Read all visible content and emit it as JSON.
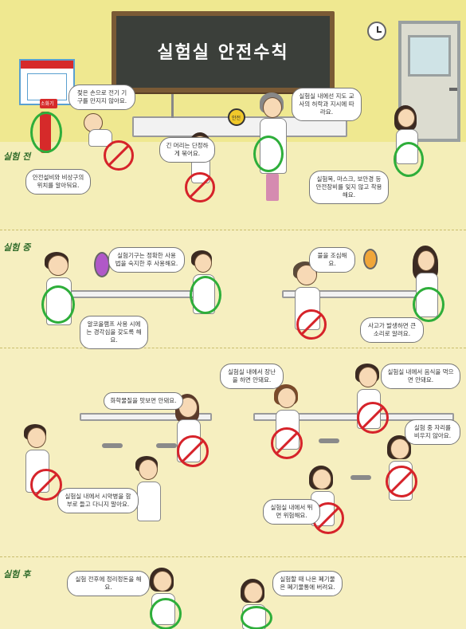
{
  "title": "실험실 안전수칙",
  "sections": {
    "before": "실험 전",
    "during": "실험 중",
    "after": "실험 후"
  },
  "poster_title": "소화기",
  "bubbles": {
    "b1": "젖은 손으로 전기 기구를 만지지 않아요.",
    "b2": "긴 머리는 단정하게 묶어요.",
    "b3": "실험실 내에선 지도 교사의 허락과 지시에 따라요.",
    "b4": "안전설비와 비상구의 위치를 알아둬요.",
    "b5": "실험복, 마스크, 보안경 등 안전장비를 잊지 않고 착용해요.",
    "b6": "실험기구는 정확한 사용법을 숙지한 후 사용해요.",
    "b7": "불을 조심해요.",
    "b8": "알코올램프 사용 시에는 경각심을 갖도록 해요.",
    "b9": "사고가 발생하면 큰소리로 알려요.",
    "b10": "실험실 내에서 장난을 하면 안돼요.",
    "b11": "실험실 내에서 음식을 먹으면 안돼요.",
    "b12": "화학물질을 맛보면 안돼요.",
    "b13": "실험 중 자리를 비우지 않아요.",
    "b14": "실험실 내에서 시약병을 함부로 들고 다니지 말아요.",
    "b15": "실험실 내에서 뛰면 위험해요.",
    "b16": "실험 전후에 정리정돈을 해요.",
    "b17": "실험할 때 나온 폐기물은 폐기물통에 버려요."
  },
  "badge_label": "안전",
  "colors": {
    "ok": "#2eae3a",
    "no": "#d6232a",
    "board": "#3b3f3a",
    "wall": "#efe890"
  }
}
